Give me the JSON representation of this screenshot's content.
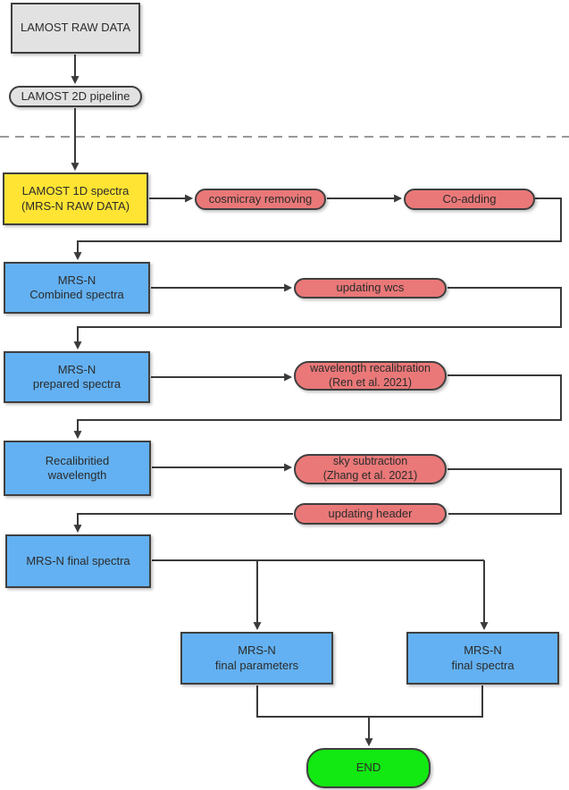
{
  "diagram": {
    "type": "flowchart",
    "description": "LAMOST MRS-N data reduction pipeline flowchart"
  },
  "nodes": {
    "lamost_raw": {
      "label": "LAMOST RAW DATA"
    },
    "lamost_2d": {
      "label": "LAMOST 2D pipeline"
    },
    "lamost_1d": {
      "label": "LAMOST 1D spectra\n(MRS-N RAW DATA)"
    },
    "cosmicray": {
      "label": "cosmicray removing"
    },
    "coadding": {
      "label": "Co-adding"
    },
    "combined": {
      "label": "MRS-N\nCombined spectra"
    },
    "updating_wcs": {
      "label": "updating wcs"
    },
    "prepared": {
      "label": "MRS-N\nprepared spectra"
    },
    "wavelength_recal": {
      "label": "wavelength recalibration\n(Ren et al. 2021)"
    },
    "recalibrated": {
      "label": "Recalibritied\nwavelength"
    },
    "sky_subtraction": {
      "label": "sky subtraction\n(Zhang et al. 2021)"
    },
    "updating_header": {
      "label": "updating header"
    },
    "final_spectra_mid": {
      "label": "MRS-N final spectra"
    },
    "final_parameters": {
      "label": "MRS-N\nfinal parameters"
    },
    "final_spectra_out": {
      "label": "MRS-N\nfinal spectra"
    },
    "end": {
      "label": "END"
    }
  },
  "colors": {
    "gray_fill": "#e2e2e2",
    "yellow_fill": "#ffe433",
    "red_fill": "#ea7878",
    "blue_fill": "#63b1f2",
    "green_fill": "#12e812",
    "border_color": "#3f3f3f",
    "line_color": "#3a3a3a",
    "divider_color": "#999999"
  }
}
